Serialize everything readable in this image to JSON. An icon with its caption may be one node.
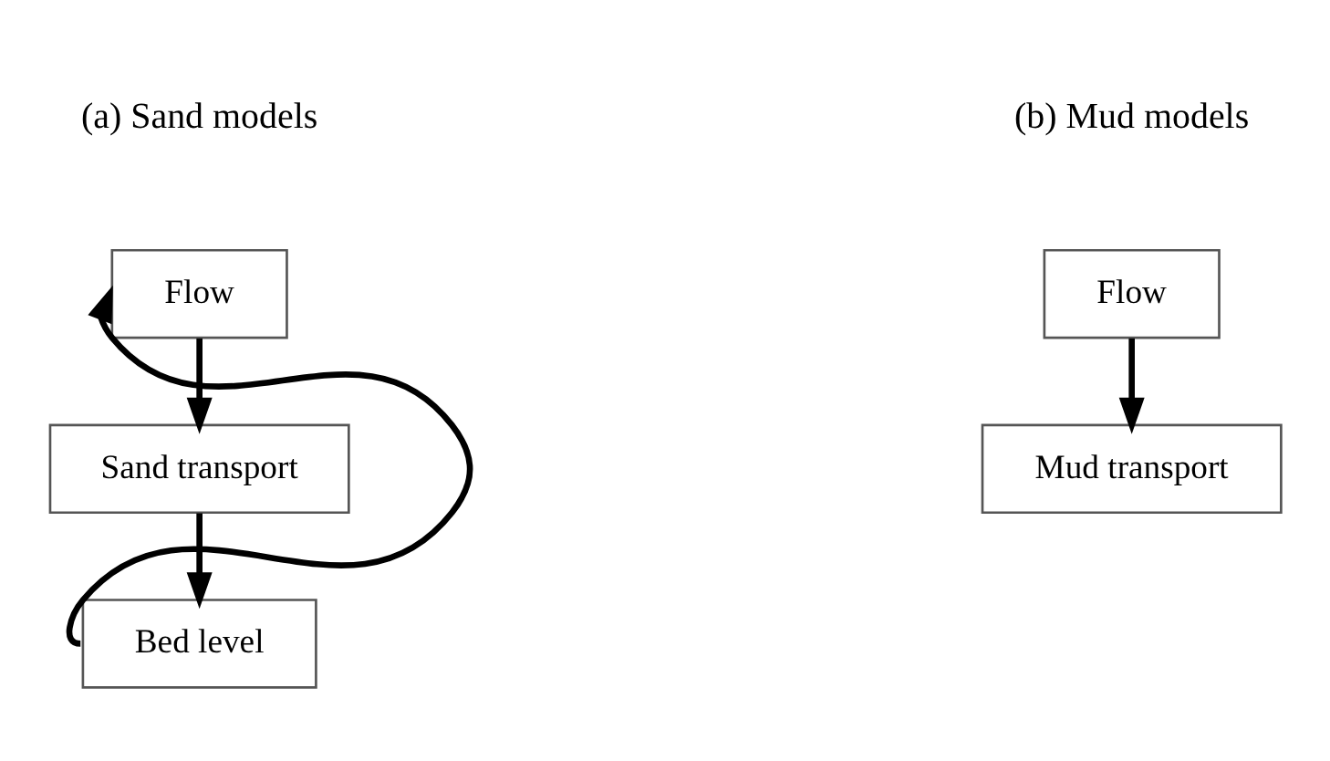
{
  "diagram": {
    "nodes": [
      {
        "text": [
          "Flow"
        ]
      },
      {
        "text": [
          "Sand transport"
        ]
      },
      {
        "text": [
          "Bed level"
        ]
      },
      {
        "text": [
          "Flow"
        ]
      },
      {
        "text": [
          "Mud transport"
        ]
      }
    ],
    "edges": [
      {
        "from": 0,
        "to": 1,
        "arrow": "to"
      },
      {
        "from": 1,
        "to": 2,
        "arrow": "to"
      },
      {
        "from": 2,
        "to": 0,
        "arrow": "to"
      },
      {
        "from": 3,
        "to": 4,
        "arrow": "to"
      }
    ],
    "labels": [
      "(a) Sand models",
      "(b) Mud models"
    ]
  }
}
